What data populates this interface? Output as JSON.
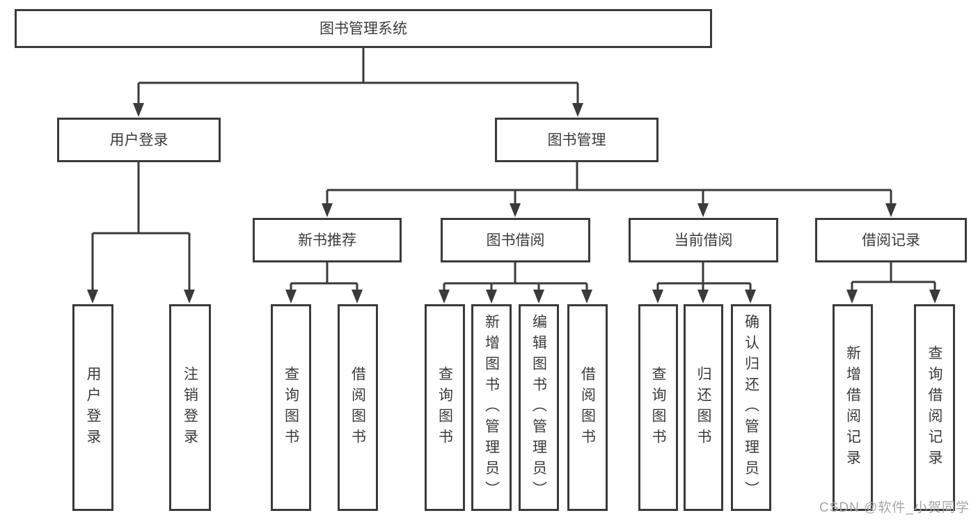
{
  "colors": {
    "line": "#3a3a3a",
    "text": "#3b3b3b",
    "watermark": "#a6a6a6",
    "background": "#ffffff"
  },
  "watermark": "CSDN @软件_小贺同学",
  "diagram": {
    "title": "图书管理系统",
    "level2": {
      "user_login": "用户登录",
      "book_mgmt": "图书管理"
    },
    "level3": {
      "new_books": "新书推荐",
      "book_borrow": "图书借阅",
      "current_borrow": "当前借阅",
      "borrow_records": "借阅记录"
    },
    "leaves": {
      "user_login_1": "用户登录",
      "user_login_2": "注销登录",
      "new_books_1": "查询图书",
      "new_books_2": "借阅图书",
      "book_borrow_1": "查询图书",
      "book_borrow_2": "新增图书（管理员）",
      "book_borrow_3": "编辑图书（管理员）",
      "book_borrow_4": "借阅图书",
      "current_borrow_1": "查询图书",
      "current_borrow_2": "归还图书",
      "current_borrow_3": "确认归还（管理员）",
      "borrow_records_1": "新增借阅记录",
      "borrow_records_2": "查询借阅记录"
    }
  }
}
